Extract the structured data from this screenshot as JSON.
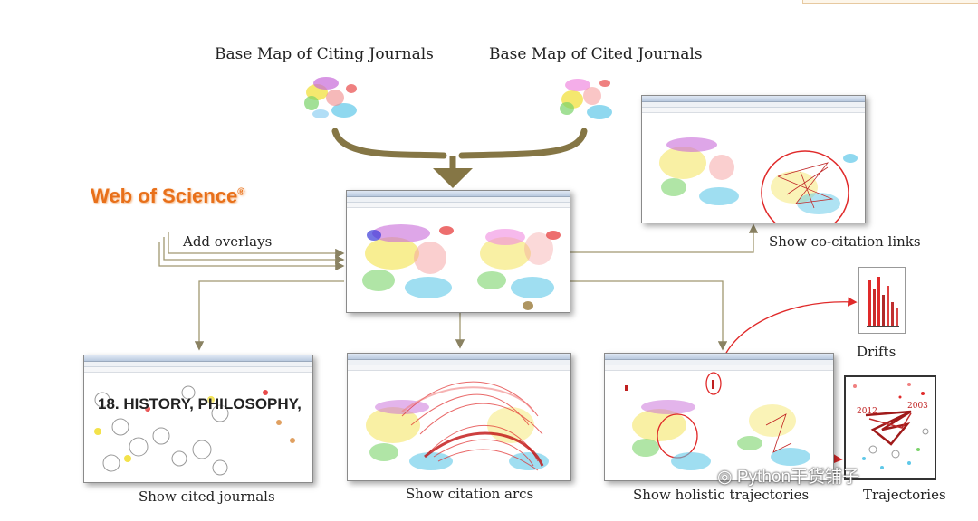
{
  "labels": {
    "base_citing": "Base Map of Citing Journals",
    "base_cited": "Base Map of Cited Journals",
    "web_of_science": "Web of Science",
    "registered_mark": "®",
    "add_overlays": "Add overlays",
    "show_cocitation": "Show co-citation links",
    "drifts": "Drifts",
    "show_cited_journals": "Show cited journals",
    "show_citation_arcs": "Show citation arcs",
    "show_holistic_trajectories": "Show holistic trajectories",
    "trajectories": "Trajectories"
  },
  "overlay_text": "18. HISTORY, PHILOSOPHY,",
  "trajectory_years": {
    "left": "2012",
    "right": "2003"
  },
  "watermark": "Python干货铺子",
  "colors": {
    "arrow_big": "#857645",
    "arrow_thin": "#a09870",
    "red": "#e02a2a",
    "wos_orange": "#e8701a"
  }
}
